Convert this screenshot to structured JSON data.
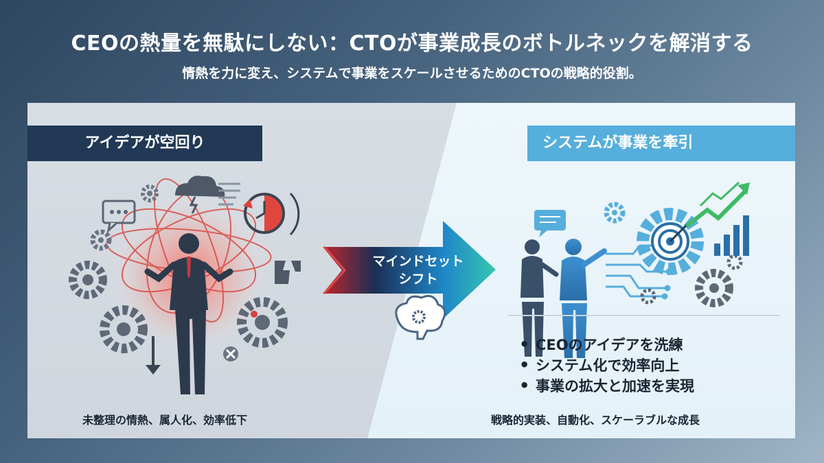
{
  "header": {
    "title": "CEOの熱量を無駄にしない：CTOが事業成長のボトルネックを解消する",
    "subtitle": "情熱を力に変え、システムで事業をスケールさせるためのCTOの戦略的役割。"
  },
  "left": {
    "banner": "アイデアが空回り",
    "caption": "未整理の情熱、属人化、効率低下",
    "icons": [
      "speech-bubble-icon",
      "gear-icon",
      "storm-cloud-icon",
      "list-icon",
      "clock-icon",
      "broken-block-icon",
      "down-arrow-icon",
      "close-icon",
      "businessman-icon"
    ]
  },
  "center": {
    "arrow_line1": "マインドセット",
    "arrow_line2": "シフト",
    "icons": [
      "mindset-arrow-icon",
      "brain-gear-icon"
    ]
  },
  "right": {
    "banner": "システムが事業を牽引",
    "bullets": [
      "CEOのアイデアを洗練",
      "システム化で効率向上",
      "事業の拡大と加速を実現"
    ],
    "caption": "戦略的実装、自動化、スケーラブルな成長",
    "icons": [
      "speech-bubble-icon",
      "two-people-icon",
      "circuit-icon",
      "target-gear-icon",
      "growth-chart-icon",
      "gear-icon"
    ]
  },
  "colors": {
    "left_banner": "#213955",
    "right_banner": "#56aedc",
    "chaos_red": "#d9433d",
    "growth_green": "#3fba65",
    "arrow_blue": "#1f87c8"
  }
}
